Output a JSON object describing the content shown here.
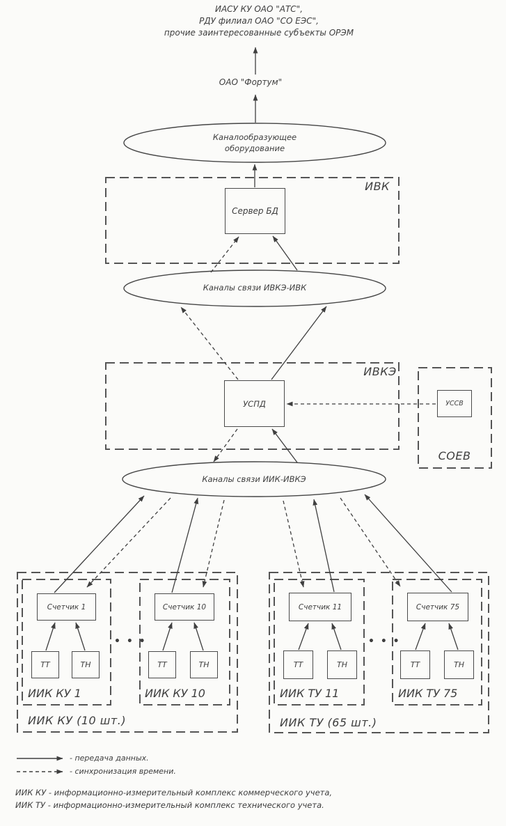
{
  "colors": {
    "ink": "#3f3f3f",
    "paper": "#fbfbf9"
  },
  "top": {
    "recipients": [
      "ИАСУ КУ ОАО \"АТС\",",
      "РДУ филиал ОАО \"СО ЕЭС\",",
      "прочие заинтересованные субъекты ОРЭМ"
    ],
    "org": "ОАО \"Фортум\""
  },
  "nodes": {
    "channel_equipment_line1": "Каналообразующее",
    "channel_equipment_line2": "оборудование",
    "ivk_label": "ИВК",
    "server_db": "Сервер БД",
    "channels_ivke_ivk": "Каналы связи ИВКЭ-ИВК",
    "ivke_label": "ИВКЭ",
    "uspd": "УСПД",
    "soev_label": "СОЕВ",
    "ussv": "УССВ",
    "channels_iik_ivke": "Каналы связи ИИК-ИВКЭ"
  },
  "groups": {
    "ku": {
      "group_label": "ИИК КУ (10 шт.)",
      "dots": "• • •",
      "units": [
        {
          "label": "ИИК КУ 1",
          "meter": "Счетчик 1",
          "tt": "ТТ",
          "tn": "ТН"
        },
        {
          "label": "ИИК КУ 10",
          "meter": "Счетчик 10",
          "tt": "ТТ",
          "tn": "ТН"
        }
      ]
    },
    "tu": {
      "group_label": "ИИК ТУ (65 шт.)",
      "dots": "• • •",
      "units": [
        {
          "label": "ИИК ТУ 11",
          "meter": "Счетчик 11",
          "tt": "ТТ",
          "tn": "ТН"
        },
        {
          "label": "ИИК ТУ 75",
          "meter": "Счетчик 75",
          "tt": "ТТ",
          "tn": "ТН"
        }
      ]
    }
  },
  "legend": {
    "solid_label": "- передача данных.",
    "dashed_label": "- синхронизация времени."
  },
  "footnotes": {
    "line1": "ИИК КУ - информационно-измерительный комплекс коммерческого учета,",
    "line2": "ИИК ТУ - информационно-измерительный комплекс технического учета."
  }
}
